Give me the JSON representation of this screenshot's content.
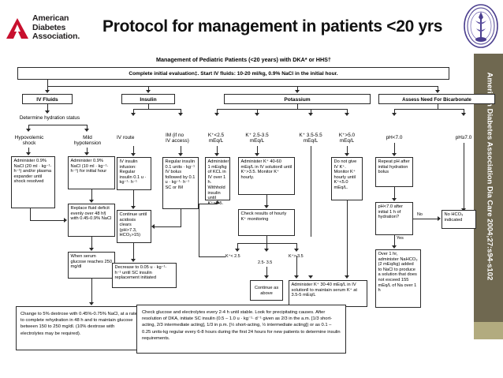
{
  "header": {
    "logo_text": "American\nDiabetes\nAssociation.",
    "logo_line1": "American",
    "logo_line2": "Diabetes",
    "logo_line3": "Association.",
    "title": "Protocol for management in patients <20 yrs",
    "seal_name": "university-seal",
    "brand_red": "#c8102e"
  },
  "sidebar": {
    "citation": "American Diabetes Association Dia Care 2004;27:s94-s102",
    "bg_color": "#6f6850",
    "accent_color": "#b2ab7f"
  },
  "flowchart": {
    "title": "Management of Pediatric Patients (<20 years) with DKA* or HHS†",
    "initial_eval": "Complete initial evaluation‡.  Start IV fluids: 10-20 ml/kg, 0.9% NaCl in the initial hour.",
    "columns": [
      {
        "id": "iv-fluids",
        "label": "IV Fluids"
      },
      {
        "id": "insulin",
        "label": "Insulin"
      },
      {
        "id": "potassium",
        "label": "Potassium"
      },
      {
        "id": "bicarbonate",
        "label": "Assess Need For Bicarbonate"
      }
    ],
    "iv_fluids": {
      "determine": "Determine hydration status",
      "branch_left": "Hypovolemic\nshock",
      "branch_left_l1": "Hypovolemic",
      "branch_left_l2": "shock",
      "branch_right_l1": "Mild",
      "branch_right_l2": "hypotension",
      "box_shock": "Administer 0.9% NaCl (20 ml · kg⁻¹· h⁻¹) and/or plasma expander until shock resolved",
      "box_mild": "Administer 0.9% NaCl (10 ml · kg⁻¹· h⁻¹) for initial hour",
      "box_replace": "Replace fluid deficit evenly over 48 h§ with 0.45-0.9% NaCl",
      "box_glucose": "When serum glucose reaches 250 mg/dl"
    },
    "insulin": {
      "route_iv": "IV route",
      "route_im_l1": "IM (if no",
      "route_im_l2": "IV access)",
      "box_iv": "IV insulin infusion: Regular insulin 0.1 u · kg⁻¹· h⁻¹",
      "box_im": "Regular insulin 0.1 units · kg⁻¹ IV bolus followed by 0.1 u · kg⁻¹· h⁻¹ SC or IM",
      "box_continue": "Continue until acidosis clears (pH>7.3, HCO₃>15)",
      "box_decrease": "Decrease to 0.05 u · kg⁻¹· h⁻¹ until SC insulin replacement initiated"
    },
    "potassium": {
      "k1_l1": "K⁺<2.5",
      "k1_l2": "mEq/L",
      "k2_l1": "K⁺ 2.5-3.5",
      "k2_l2": "mEq/L",
      "k3_l1": "K⁺ 3.5-5.5",
      "k3_l2": "mEq/L",
      "k4_l1": "K⁺>5.0",
      "k4_l2": "mEq/L",
      "box_k1": "Administer 1 mEq/kg of KCL in IV over 1 h. Withhold insulin until K⁺>2.5.",
      "box_k2": "Administer K⁺ 40-60 mEq/L in IV solution‖ until K⁺>3.5.  Monitor K⁺ hourly.",
      "box_k4": "Do not give IV K⁺. Monitor K⁺ hourly until K⁺<5.0 mEq/L.",
      "box_check": "Check results of hourly K⁺ monitoring",
      "lbl_lt": "K⁺< 2.5",
      "lbl_mid": "2.5- 3.5",
      "lbl_gt": "K⁺> 3.5",
      "box_continue_above": "Continue as above",
      "box_maintain": "Administer K⁺ 30-40 mEq/L in IV solution‖ to maintain serum K⁺ at 3.5-5 mEq/L"
    },
    "bicarbonate": {
      "ph_low": "pH<7.0",
      "ph_high": "pH≥7.0",
      "box_repeat": "Repeat pH after initial hydration bolus",
      "box_decision": "pH<7.0 after initial 1 h of hydration?",
      "label_no": "No",
      "label_yes": "Yes",
      "box_nohco3": "No HCO₃ indicated",
      "box_nahco3": "Over 1 hr, administer NaHCO₃ (2 mEq/kg) added to NaCl to produce a solution that does not exceed 155 mEq/L of Na over 1 h"
    },
    "bottom": {
      "box_dextrose": "Change to 5% dextrose with 0.45%-0.75% NaCl, at a rate to complete rehydration in 48 h and to maintain glucose between 150 to 250 mg/dl. (10% dextrose with electrolytes may be required).",
      "box_monitor": "Check glucose and electrolytes every 2-4 h until stable.  Look for precipitating causes.  After resolution of DKA, initiate SC insulin (0.5 – 1.0 u · kg⁻¹· d⁻¹ given as 2/3 in the a.m. [1/3 short-acting, 2/3 intermediate acting], 1/3 in p.m. [½ short-acting, ½ intermediate acting]) or as 0.1 – 0.25 units-kg regular every 6-8 hours during the first 24 hours for new patients to determine insulin requirements."
    }
  }
}
